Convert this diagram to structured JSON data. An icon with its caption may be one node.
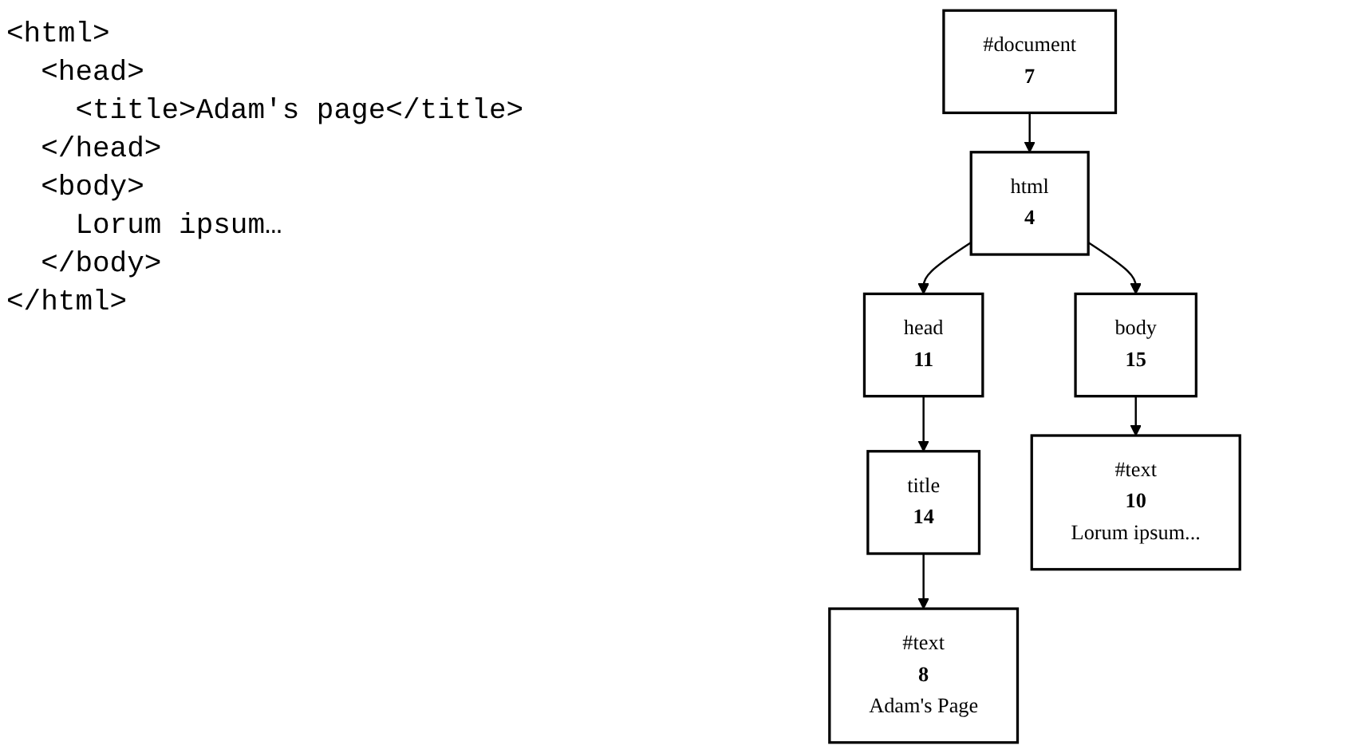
{
  "diagram": {
    "nodes": [
      {
        "text": [
          "#document",
          "7"
        ]
      },
      {
        "text": [
          "html",
          "4"
        ]
      },
      {
        "text": [
          "head",
          "11"
        ]
      },
      {
        "text": [
          "body",
          "15"
        ]
      },
      {
        "text": [
          "title",
          "14"
        ]
      },
      {
        "text": [
          "#text",
          "10",
          "Lorum ipsum..."
        ]
      },
      {
        "text": [
          "#text",
          "8",
          "Adam's Page"
        ]
      }
    ],
    "edges": [
      {
        "from": 0,
        "to": 1,
        "arrow": "to"
      },
      {
        "from": 1,
        "to": 2,
        "arrow": "to"
      },
      {
        "from": 1,
        "to": 3,
        "arrow": "to"
      },
      {
        "from": 2,
        "to": 4,
        "arrow": "to"
      },
      {
        "from": 3,
        "to": 5,
        "arrow": "to"
      },
      {
        "from": 4,
        "to": 6,
        "arrow": "to"
      }
    ],
    "labels": [
      "<html>",
      "  <head>",
      "    <title>Adam's page</title>",
      "  </head>",
      "  <body>",
      "    Lorum ipsum…",
      "  </body>",
      "</html>"
    ]
  }
}
